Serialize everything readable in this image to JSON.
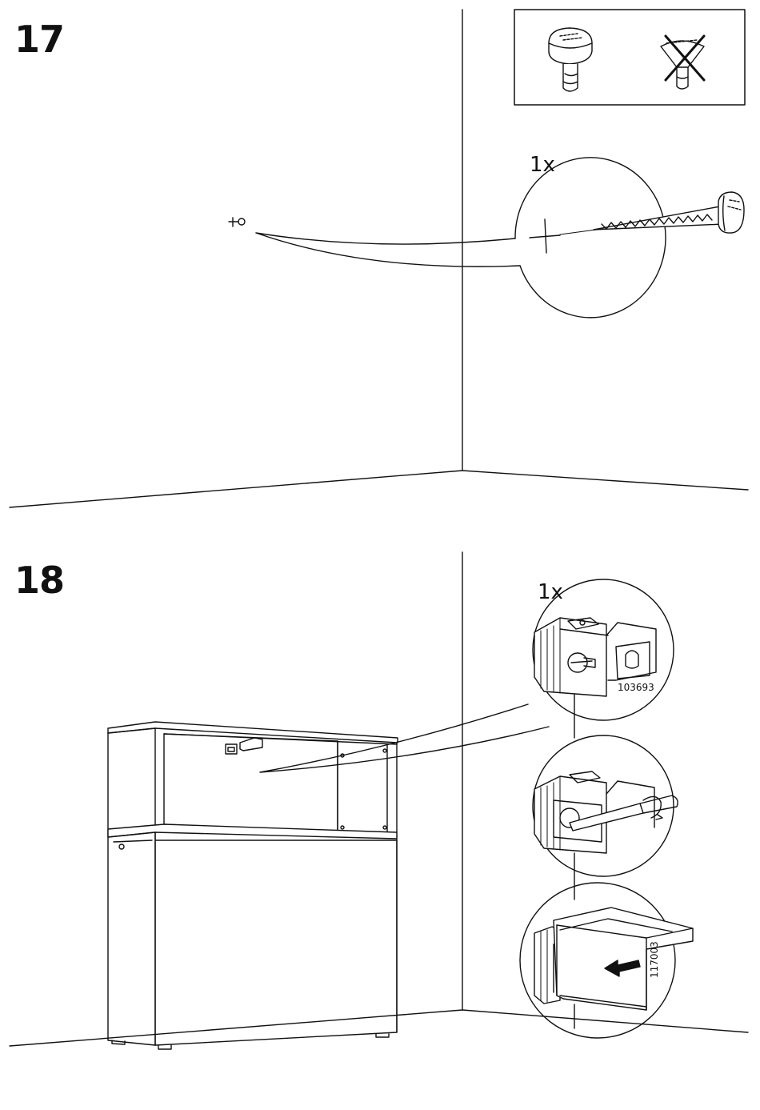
{
  "step17": {
    "number": "17",
    "quantity": "1x"
  },
  "step18": {
    "number": "18",
    "quantity": "1x",
    "part_codes": {
      "bracket": "103693",
      "insert": "117003"
    }
  },
  "icons": {
    "correct": "pan-head-screw-icon",
    "incorrect": "countersunk-screw-crossed-icon",
    "screw": "wood-screw-icon",
    "drill_mark": "crosshair-icon",
    "bracket": "wall-bracket-icon",
    "screwdriver": "screwdriver-icon",
    "arrow": "push-arrow-icon"
  }
}
